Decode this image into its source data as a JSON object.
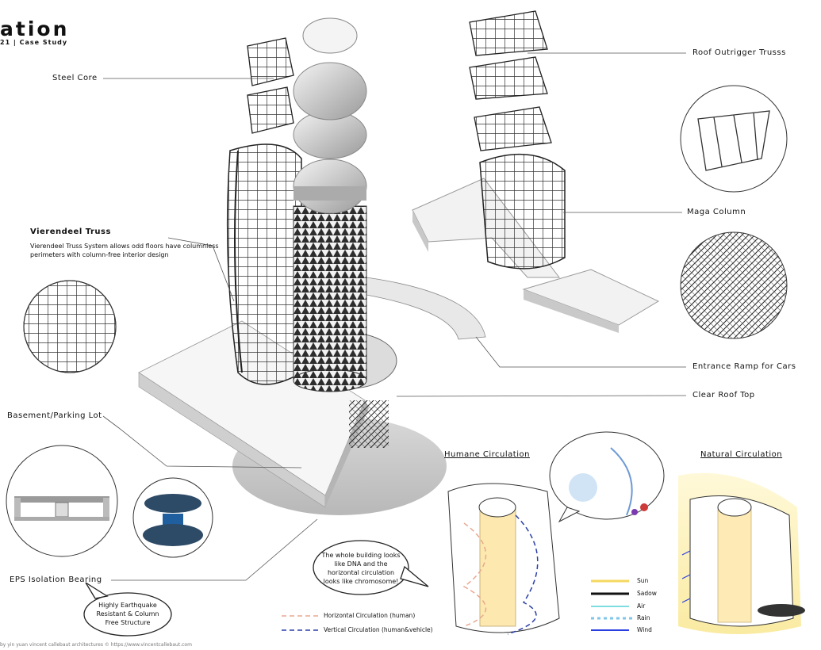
{
  "header": {
    "title": "ation",
    "subtitle": "21 | Case Study"
  },
  "labels": {
    "steel_core": "Steel Core",
    "roof_outrigger_truss": "Roof Outrigger Trusss",
    "vierendeel_truss": "Vierendeel Truss",
    "vierendeel_desc": "Vierendeel Truss System allows odd floors have columnless perimeters with column-free interior design",
    "maga_column": "Maga Column",
    "entrance_ramp": "Entrance Ramp for Cars",
    "clear_roof_top": "Clear Roof Top",
    "basement_parking": "Basement/Parking Lot",
    "eps_isolation": "EPS Isolation Bearing"
  },
  "bubbles": {
    "earthquake": "Highly Earthquake Resistant & Column Free Structure",
    "dna": "The whole building looks like DNA and the horizontal circulation looks like chromosome!"
  },
  "sections": {
    "humane_circulation": "Humane Circulation",
    "natural_circulation": "Natural Circulation"
  },
  "legend_human": [
    {
      "label": "Horizontal Circulation (human)",
      "color": "#e8a890",
      "dash": "6,4"
    },
    {
      "label": "Vertical Circulation (human&vehicle)",
      "color": "#2a3fa8",
      "dash": "6,4"
    }
  ],
  "legend_natural": [
    {
      "label": "Sun",
      "color": "#f5d860"
    },
    {
      "label": "Sadow",
      "color": "#111111"
    },
    {
      "label": "Air",
      "color": "#7fdde0"
    },
    {
      "label": "Rain",
      "color": "#7fc6e8"
    },
    {
      "label": "Wind",
      "color": "#2a3fe0"
    }
  ],
  "caption": "by yin yuan vincent callebaut architectures © https://www.vincentcallebaut.com"
}
